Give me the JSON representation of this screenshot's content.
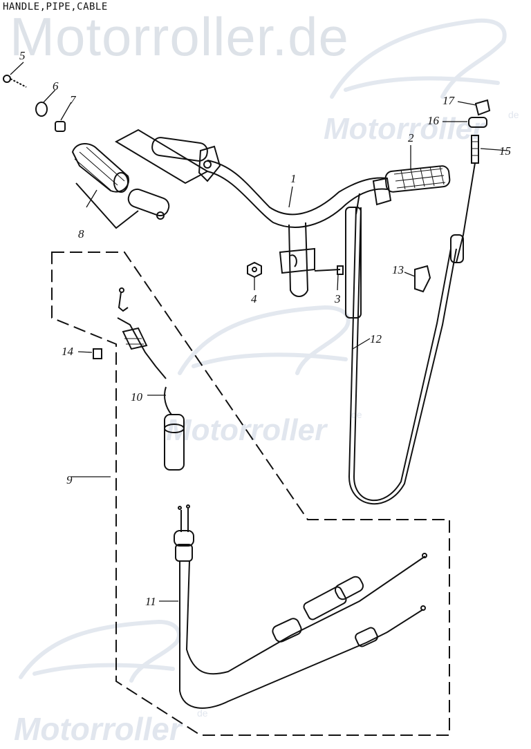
{
  "title": "HANDLE,PIPE,CABLE",
  "watermarks": {
    "main": "Motorroller.de",
    "brand": "Motorroller",
    "suffix": "de"
  },
  "callouts": [
    "1",
    "2",
    "3",
    "4",
    "5",
    "6",
    "7",
    "8",
    "9",
    "10",
    "11",
    "12",
    "13",
    "14",
    "15",
    "16",
    "17"
  ],
  "colors": {
    "line": "#111111",
    "watermark": "#dde2e8",
    "background": "#ffffff"
  }
}
